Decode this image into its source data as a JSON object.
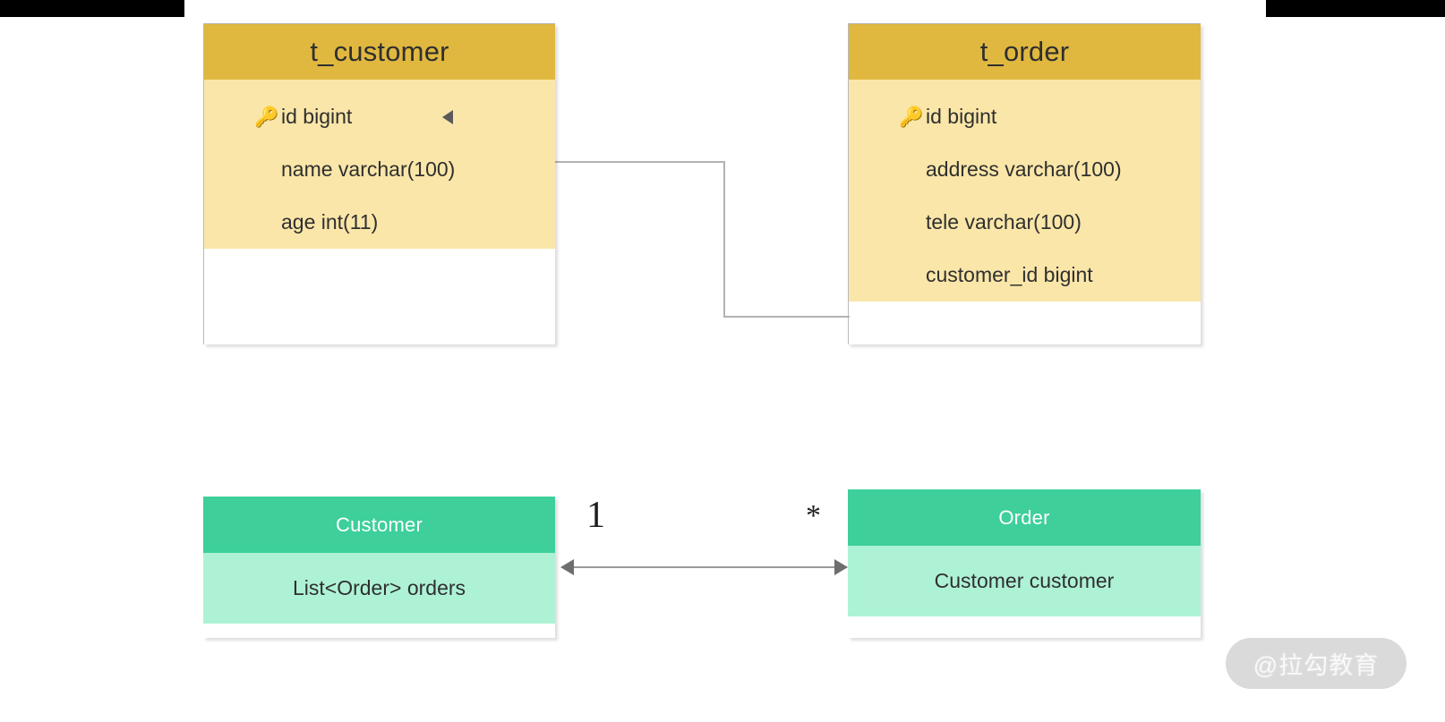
{
  "decor": {
    "black_bar_left": "",
    "black_bar_right": "",
    "watermark": "@拉勾教育"
  },
  "colors": {
    "table_header": "#e0b840",
    "table_body": "#fae6a8",
    "class_header": "#3ecf9b",
    "class_body": "#aef2d6",
    "connector": "#b3b3b3",
    "arrow": "#6e6e6e"
  },
  "er_tables": [
    {
      "title": "t_customer",
      "fields": [
        {
          "key_icon": "🔑",
          "text": "id bigint",
          "marker": "triangle-left"
        },
        {
          "key_icon": "",
          "text": "name varchar(100)",
          "marker": ""
        },
        {
          "key_icon": "",
          "text": "age int(11)",
          "marker": ""
        }
      ]
    },
    {
      "title": "t_order",
      "fields": [
        {
          "key_icon": "🔑",
          "text": "id bigint",
          "marker": ""
        },
        {
          "key_icon": "",
          "text": "address varchar(100)",
          "marker": ""
        },
        {
          "key_icon": "",
          "text": "tele varchar(100)",
          "marker": ""
        },
        {
          "key_icon": "",
          "text": "customer_id bigint",
          "marker": ""
        }
      ]
    }
  ],
  "uml_classes": [
    {
      "title": "Customer",
      "member": "List<Order> orders"
    },
    {
      "title": "Order",
      "member": "Customer customer"
    }
  ],
  "association": {
    "left_multiplicity": "1",
    "right_multiplicity": "*"
  }
}
